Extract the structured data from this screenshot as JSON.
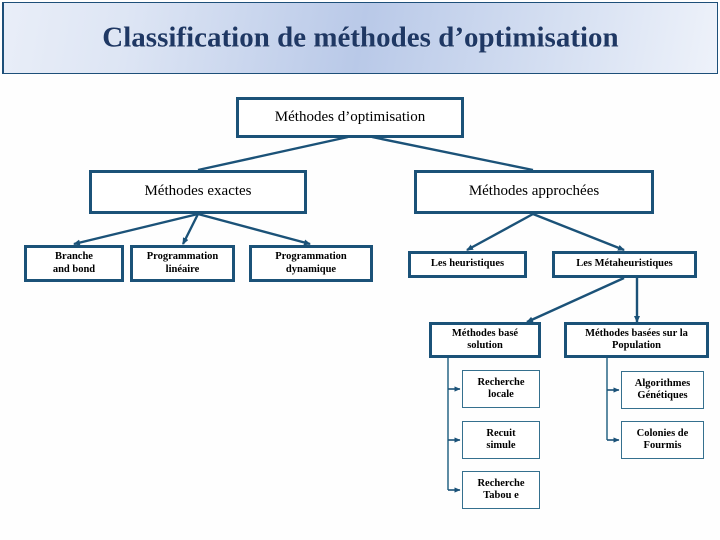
{
  "slide": {
    "title": "Classification de méthodes d’optimisation",
    "background_color": "#fefefe",
    "title_color": "#1f3864",
    "banner_border_color": "#1d4f79",
    "box_border_color": "#1b5278",
    "thin_box_border_color": "#35708e",
    "connector_color": "#1b5278"
  },
  "diagram": {
    "type": "tree",
    "root": {
      "label": "Méthodes d’optimisation"
    },
    "level2": [
      {
        "label": "Méthodes exactes"
      },
      {
        "label": "Méthodes approchées"
      }
    ],
    "exact_children": [
      {
        "label": "Branche and bond",
        "line1": "Branche",
        "line2": "and bond"
      },
      {
        "label": "Programmation linéaire",
        "line1": "Programmation",
        "line2": "linéaire"
      },
      {
        "label": "Programmation dynamique",
        "line1": "Programmation",
        "line2": "dynamique"
      }
    ],
    "approx_children": [
      {
        "label": "Les heuristiques"
      },
      {
        "label": "Les Métaheuristiques"
      }
    ],
    "meta_children": [
      {
        "label": "Méthodes basé solution",
        "line1": "Méthodes basé",
        "line2": "solution"
      },
      {
        "label": "Méthodes basées sur la Population",
        "line1": "Méthodes basées sur la",
        "line2": "Population"
      }
    ],
    "solution_based": [
      {
        "label": "Recherche locale",
        "line1": "Recherche",
        "line2": "locale"
      },
      {
        "label": "Recuit simule",
        "line1": "Recuit",
        "line2": "simule"
      },
      {
        "label": "Recherche Tabou e",
        "line1": "Recherche",
        "line2": "Tabou e"
      }
    ],
    "population_based": [
      {
        "label": "Algorithmes Génétiques",
        "line1": "Algorithmes",
        "line2": "Génétiques"
      },
      {
        "label": "Colonies de Fourmis",
        "line1": "Colonies de",
        "line2": "Fourmis"
      }
    ]
  }
}
